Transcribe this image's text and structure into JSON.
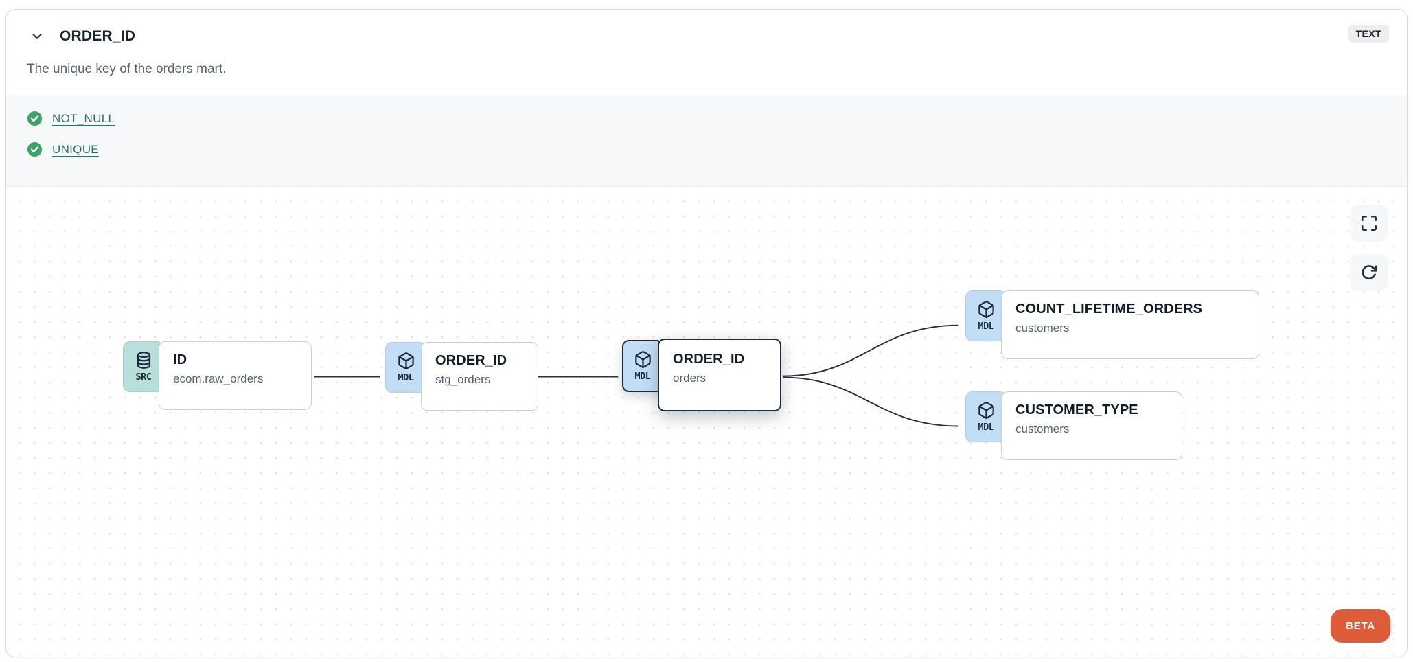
{
  "header": {
    "title": "ORDER_ID",
    "type_badge": "TEXT",
    "description": "The unique key of the orders mart."
  },
  "tests": {
    "items": [
      {
        "status": "pass",
        "label": "NOT_NULL"
      },
      {
        "status": "pass",
        "label": "UNIQUE"
      }
    ]
  },
  "lineage": {
    "nodes": [
      {
        "badge": "SRC",
        "icon": "database-icon",
        "title": "ID",
        "subtitle": "ecom.raw_orders",
        "selected": false
      },
      {
        "badge": "MDL",
        "icon": "cube-icon",
        "title": "ORDER_ID",
        "subtitle": "stg_orders",
        "selected": false
      },
      {
        "badge": "MDL",
        "icon": "cube-icon",
        "title": "ORDER_ID",
        "subtitle": "orders",
        "selected": true
      },
      {
        "badge": "MDL",
        "icon": "cube-icon",
        "title": "COUNT_LIFETIME_ORDERS",
        "subtitle": "customers",
        "selected": false
      },
      {
        "badge": "MDL",
        "icon": "cube-icon",
        "title": "CUSTOMER_TYPE",
        "subtitle": "customers",
        "selected": false
      }
    ],
    "controls": {
      "fullscreen": "maximize-icon",
      "refresh": "refresh-icon"
    },
    "beta_label": "BETA"
  },
  "colors": {
    "src_badge": "#b7dfdc",
    "mdl_badge": "#c2def6",
    "selected_border": "#1f2b38",
    "test_pass_green": "#3ba566",
    "test_link": "#2e6f69",
    "beta_orange": "#df5c38",
    "edge": "#27313c"
  }
}
